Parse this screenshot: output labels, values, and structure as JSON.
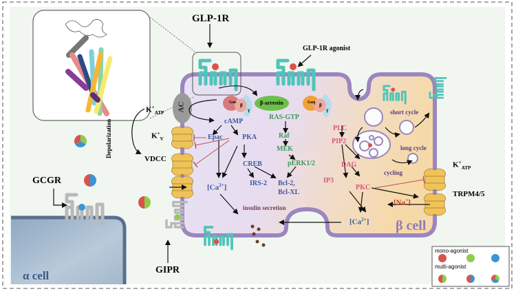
{
  "receptors": {
    "glp1r": "GLP-1R",
    "glp1r_agonist": "GLP-1R agonist",
    "gcgr": "GCGR",
    "gipr": "GIPR",
    "ac": "AC"
  },
  "cells": {
    "alpha": "α cell",
    "beta": "β cell"
  },
  "g_proteins": {
    "gas_alpha": "Gαs",
    "gaq_alpha": "Gαq",
    "beta": "β",
    "gamma": "γ",
    "arrestin": "β-arrestin"
  },
  "channels": {
    "katp": "K",
    "katp_sub": "ATP",
    "kv": "K",
    "kv_sub": "V",
    "plus": "+",
    "vdcc": "VDCC",
    "katp_right": "K",
    "katp_right_sub": "ATP",
    "trpm": "TRPM4/5",
    "depolarization": "Depolarization"
  },
  "camp_pathway": {
    "camp": "cAMP",
    "epac": "Epac",
    "pka": "PKA",
    "creb": "CREB",
    "irs2": "IRS-2",
    "bcl": "Bcl-2,",
    "bclxl": "Bcl-XL",
    "ca_left": "[Ca",
    "ca_sup": "2+",
    "ca_close": "]"
  },
  "ras_pathway": {
    "rasgtp": "RAS-GTP",
    "raf": "Raf",
    "mek": "MEK",
    "perk": "pERK1/2"
  },
  "plc_pathway": {
    "plc": "PLC",
    "pip2": "PIP2",
    "dag": "DAG",
    "ip3": "IP3",
    "pkc": "PKC",
    "na": "[Na",
    "na_sup": "+",
    "na_close": "]"
  },
  "trafficking": {
    "short_cycle": "short cycle",
    "long_cycle": "long cycle",
    "cycling": "cycling"
  },
  "insulin_secretion": "insulin secretion",
  "legend": {
    "mono": "mono-agonist",
    "multi": "multi-agonist",
    "colors": {
      "glp1": "#d9534a",
      "gip": "#8fcc4c",
      "gcg": "#3b94d6"
    }
  },
  "colors": {
    "membrane": "#9b86bf",
    "receptor_glp1": "#4fc4b8",
    "receptor_grey": "#b9b9b9",
    "channel": "#f0c35a",
    "camp_text": "#3d5a9e",
    "ras_text": "#3f9a5a",
    "plc_text": "#d9547e",
    "na_text": "#c0392b",
    "inhibit": "#c0504d"
  }
}
